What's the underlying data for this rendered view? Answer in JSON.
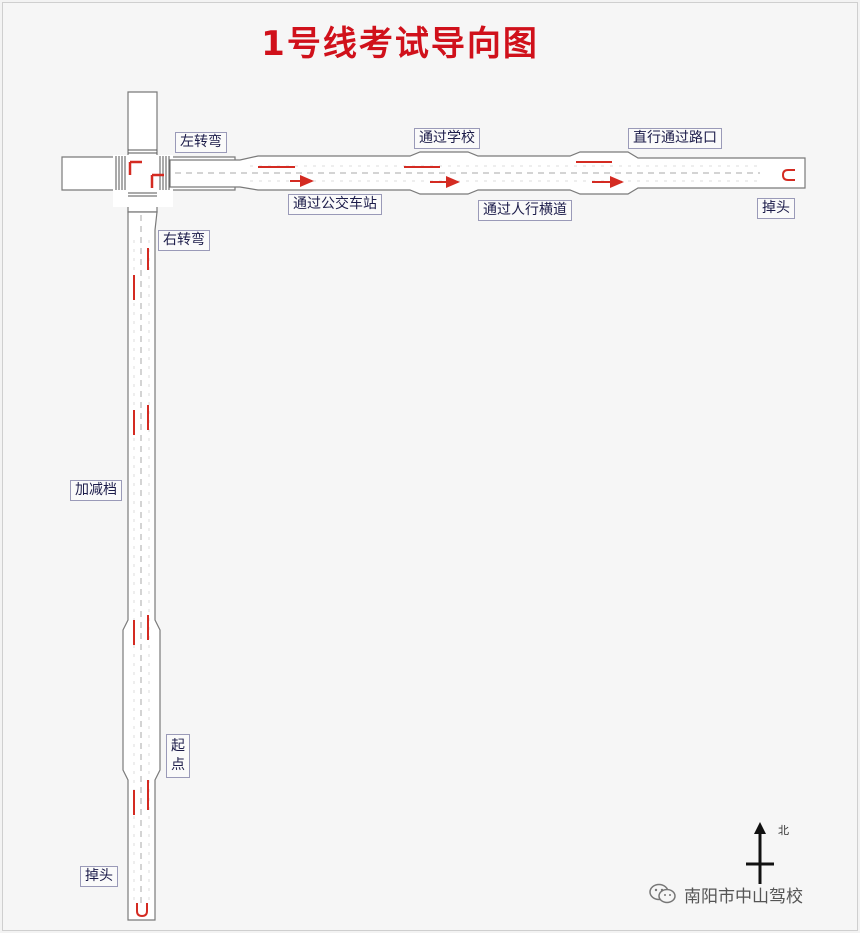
{
  "title": "1号线考试导向图",
  "labels": {
    "left_turn": "左转弯",
    "right_turn": "右转弯",
    "pass_school": "通过学校",
    "straight_intersection": "直行通过路口",
    "pass_bus_stop": "通过公交车站",
    "pass_crosswalk": "通过人行横道",
    "uturn_east": "掉头",
    "gear_change": "加减档",
    "start": "起点",
    "uturn_south": "掉头"
  },
  "compass": {
    "north": "北"
  },
  "watermark": {
    "text": "南阳市中山驾校"
  },
  "colors": {
    "title": "#d0111b",
    "arrow": "#d42b22",
    "road_edge": "#7a7a7a",
    "road_fill": "#ffffff"
  }
}
